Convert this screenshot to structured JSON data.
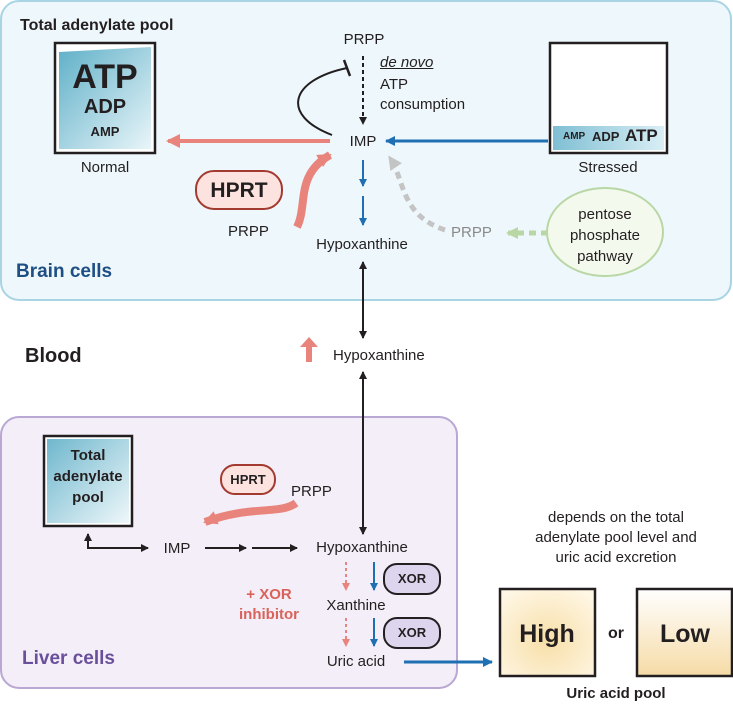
{
  "brain": {
    "region_label": "Brain cells",
    "pool_title": "Total adenylate pool",
    "normal_atp": "ATP",
    "normal_adp": "ADP",
    "normal_amp": "AMP",
    "normal_label": "Normal",
    "stressed_amp": "AMP",
    "stressed_adp": "ADP",
    "stressed_atp": "ATP",
    "stressed_label": "Stressed",
    "prpp_top": "PRPP",
    "de_novo": "de novo",
    "atp_consumption_1": "ATP",
    "atp_consumption_2": "consumption",
    "imp": "IMP",
    "hprt": "HPRT",
    "prpp_left": "PRPP",
    "hypoxanthine": "Hypoxanthine",
    "prpp_gray": "PRPP",
    "ppp_1": "pentose",
    "ppp_2": "phosphate",
    "ppp_3": "pathway"
  },
  "blood": {
    "label": "Blood",
    "hypoxanthine": "Hypoxanthine"
  },
  "liver": {
    "region_label": "Liver cells",
    "pool_1": "Total",
    "pool_2": "adenylate",
    "pool_3": "pool",
    "hprt": "HPRT",
    "prpp": "PRPP",
    "imp": "IMP",
    "hypoxanthine": "Hypoxanthine",
    "xor_inhibitor_1": "+ XOR",
    "xor_inhibitor_2": "inhibitor",
    "xanthine": "Xanthine",
    "xor_1": "XOR",
    "xor_2": "XOR",
    "uric_acid": "Uric acid"
  },
  "uric_pool": {
    "note_1": "depends on the total",
    "note_2": "adenylate pool level and",
    "note_3": "uric acid excretion",
    "high": "High",
    "or": "or",
    "low": "Low",
    "label": "Uric acid pool"
  },
  "colors": {
    "brain_bg": "#eef7fb",
    "brain_border": "#a9d4e4",
    "liver_bg": "#f3eef7",
    "liver_border": "#b9a7d4",
    "salmon": "#e8847c",
    "blue": "#1f6fb3",
    "gray": "#c4c4c4",
    "green": "#b9d7a5",
    "brain_title": "#1d4f84",
    "liver_title": "#6a4f9c"
  }
}
